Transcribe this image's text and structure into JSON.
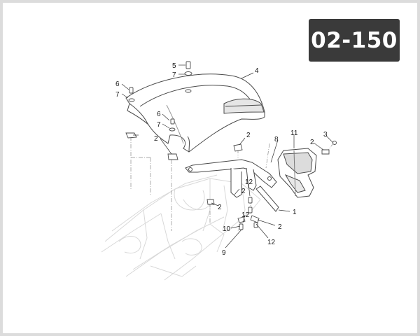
{
  "badge": {
    "code": "02-150",
    "background": "#3a3a3a"
  },
  "colors": {
    "frame": "#dcdcdc",
    "part_stroke": "#4a4a4a",
    "ghost_stroke": "#d6d6d6"
  },
  "callouts": {
    "c5": "5",
    "c7a": "7",
    "c6a": "6",
    "c7b": "7",
    "c4": "4",
    "c6b": "6",
    "c7c": "7",
    "c2a": "2",
    "c2b": "2",
    "c8": "8",
    "c11": "11",
    "c3": "3",
    "c2c": "2",
    "c12a": "12",
    "c2d": "2",
    "c2e": "2",
    "c1": "1",
    "c12b": "12",
    "c10": "10",
    "c2f": "2",
    "c9": "9",
    "c12c": "12"
  }
}
